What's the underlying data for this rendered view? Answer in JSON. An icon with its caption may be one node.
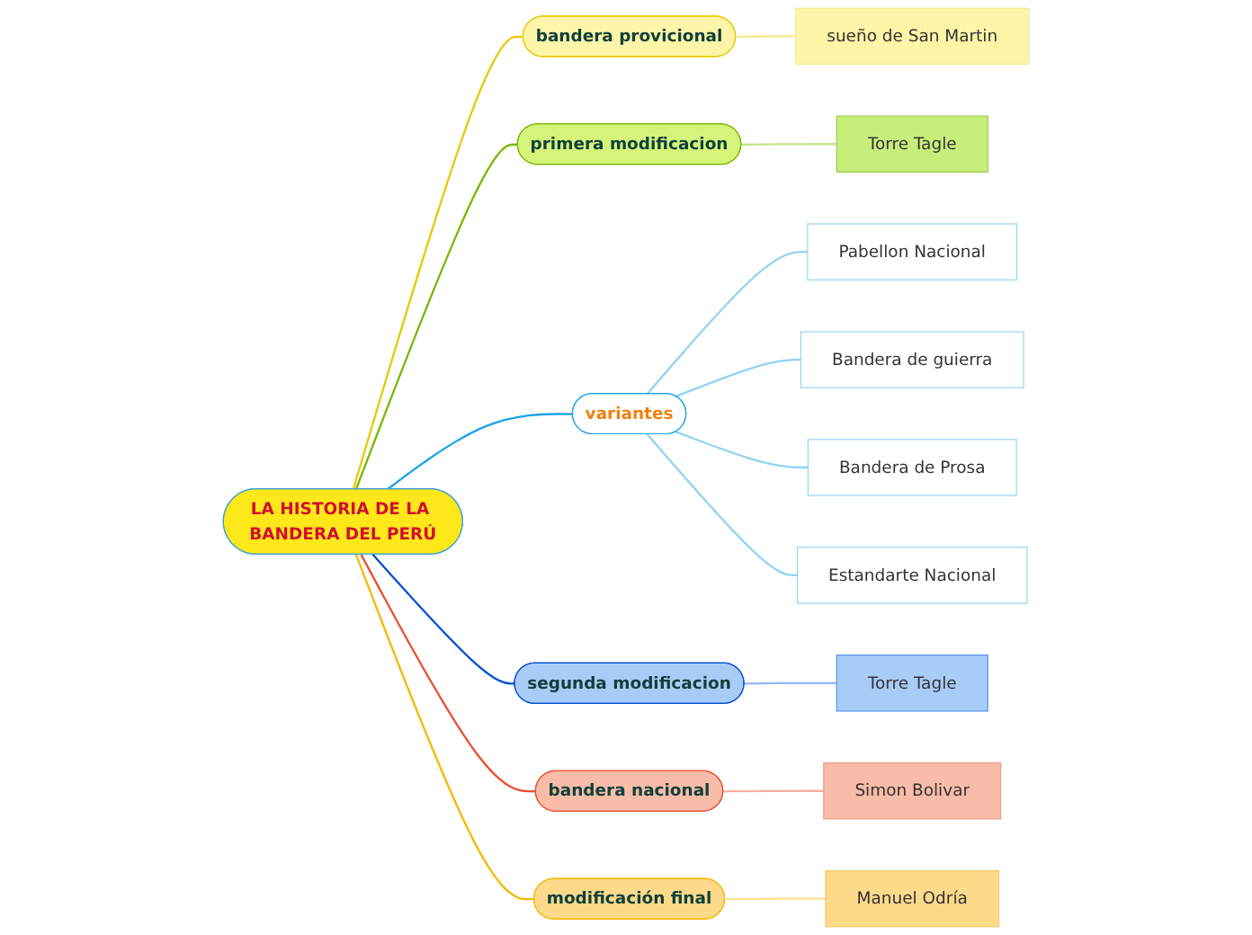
{
  "diagram": {
    "nodes": [
      {
        "text": [
          "LA HISTORIA DE LA BANDERA DEL PERÚ"
        ]
      },
      {
        "text": [
          "bandera provicional"
        ]
      },
      {
        "text": [
          "sueño de San Martin"
        ]
      },
      {
        "text": [
          "primera modificacion"
        ]
      },
      {
        "text": [
          "Torre Tagle"
        ]
      },
      {
        "text": [
          "variantes"
        ]
      },
      {
        "text": [
          "Pabellon Nacional"
        ]
      },
      {
        "text": [
          "Bandera de guierra"
        ]
      },
      {
        "text": [
          "Bandera de Prosa"
        ]
      },
      {
        "text": [
          "Estandarte Nacional"
        ]
      },
      {
        "text": [
          "segunda modificacion"
        ]
      },
      {
        "text": [
          "Torre Tagle"
        ]
      },
      {
        "text": [
          "bandera nacional"
        ]
      },
      {
        "text": [
          "Simon Bolivar"
        ]
      },
      {
        "text": [
          "modificación final"
        ]
      },
      {
        "text": [
          "Manuel Odría"
        ]
      }
    ],
    "edges": [
      {
        "from": 0,
        "to": 1,
        "arrow": "none",
        "color": "#e8c800"
      },
      {
        "from": 1,
        "to": 2,
        "arrow": "none",
        "color": "#f5e98a"
      },
      {
        "from": 0,
        "to": 3,
        "arrow": "none",
        "color": "#7ab800"
      },
      {
        "from": 3,
        "to": 4,
        "arrow": "none",
        "color": "#c5e68a"
      },
      {
        "from": 0,
        "to": 5,
        "arrow": "none",
        "color": "#1aa3e8"
      },
      {
        "from": 5,
        "to": 6,
        "arrow": "none",
        "color": "#8fd3f5"
      },
      {
        "from": 5,
        "to": 7,
        "arrow": "none",
        "color": "#8fd3f5"
      },
      {
        "from": 5,
        "to": 8,
        "arrow": "none",
        "color": "#8fd3f5"
      },
      {
        "from": 5,
        "to": 9,
        "arrow": "none",
        "color": "#8fd3f5"
      },
      {
        "from": 0,
        "to": 10,
        "arrow": "none",
        "color": "#0050d0"
      },
      {
        "from": 10,
        "to": 11,
        "arrow": "none",
        "color": "#8fb8f5"
      },
      {
        "from": 0,
        "to": 12,
        "arrow": "none",
        "color": "#e85030"
      },
      {
        "from": 12,
        "to": 13,
        "arrow": "none",
        "color": "#f5b0a0"
      },
      {
        "from": 0,
        "to": 14,
        "arrow": "none",
        "color": "#f5b800"
      },
      {
        "from": 14,
        "to": 15,
        "arrow": "none",
        "color": "#fde08a"
      }
    ]
  }
}
